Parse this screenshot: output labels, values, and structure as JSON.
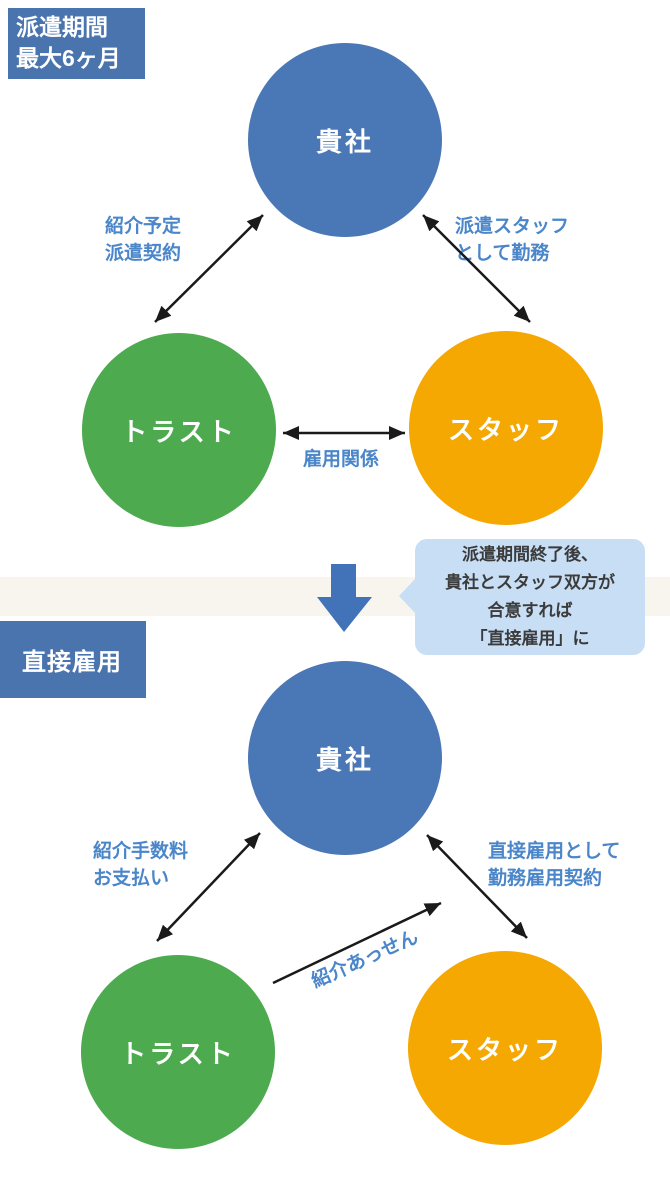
{
  "colors": {
    "node_company": "#4a77b5",
    "node_trust": "#4daa4f",
    "node_staff": "#f5a802",
    "badge_bg": "#4a74ae",
    "edge_label_text": "#4a86c9",
    "bubble_bg": "#c7def5",
    "background_stripe": "#f8f5ef",
    "connector_arrow": "#1a1a1a",
    "down_arrow": "#4273b8"
  },
  "phase1": {
    "badge": {
      "line1": "派遣期間",
      "line2": "最大6ヶ月"
    },
    "nodes": {
      "company": "貴社",
      "trust": "トラスト",
      "staff": "スタッフ"
    },
    "labels": {
      "company_trust": {
        "line1": "紹介予定",
        "line2": "派遣契約"
      },
      "company_staff": {
        "line1": "派遣スタッフ",
        "line2": "として勤務"
      },
      "trust_staff": "雇用関係"
    }
  },
  "transition": {
    "bubble": [
      "派遣期間終了後、",
      "貴社とスタッフ双方が",
      "合意すれば",
      "「直接雇用」に"
    ]
  },
  "phase2": {
    "badge": "直接雇用",
    "nodes": {
      "company": "貴社",
      "trust": "トラスト",
      "staff": "スタッフ"
    },
    "labels": {
      "company_trust": {
        "line1": "紹介手数料",
        "line2": "お支払い"
      },
      "company_staff": {
        "line1": "直接雇用として",
        "line2": "勤務雇用契約"
      },
      "trust_company_diagonal": "紹介あっせん"
    }
  }
}
